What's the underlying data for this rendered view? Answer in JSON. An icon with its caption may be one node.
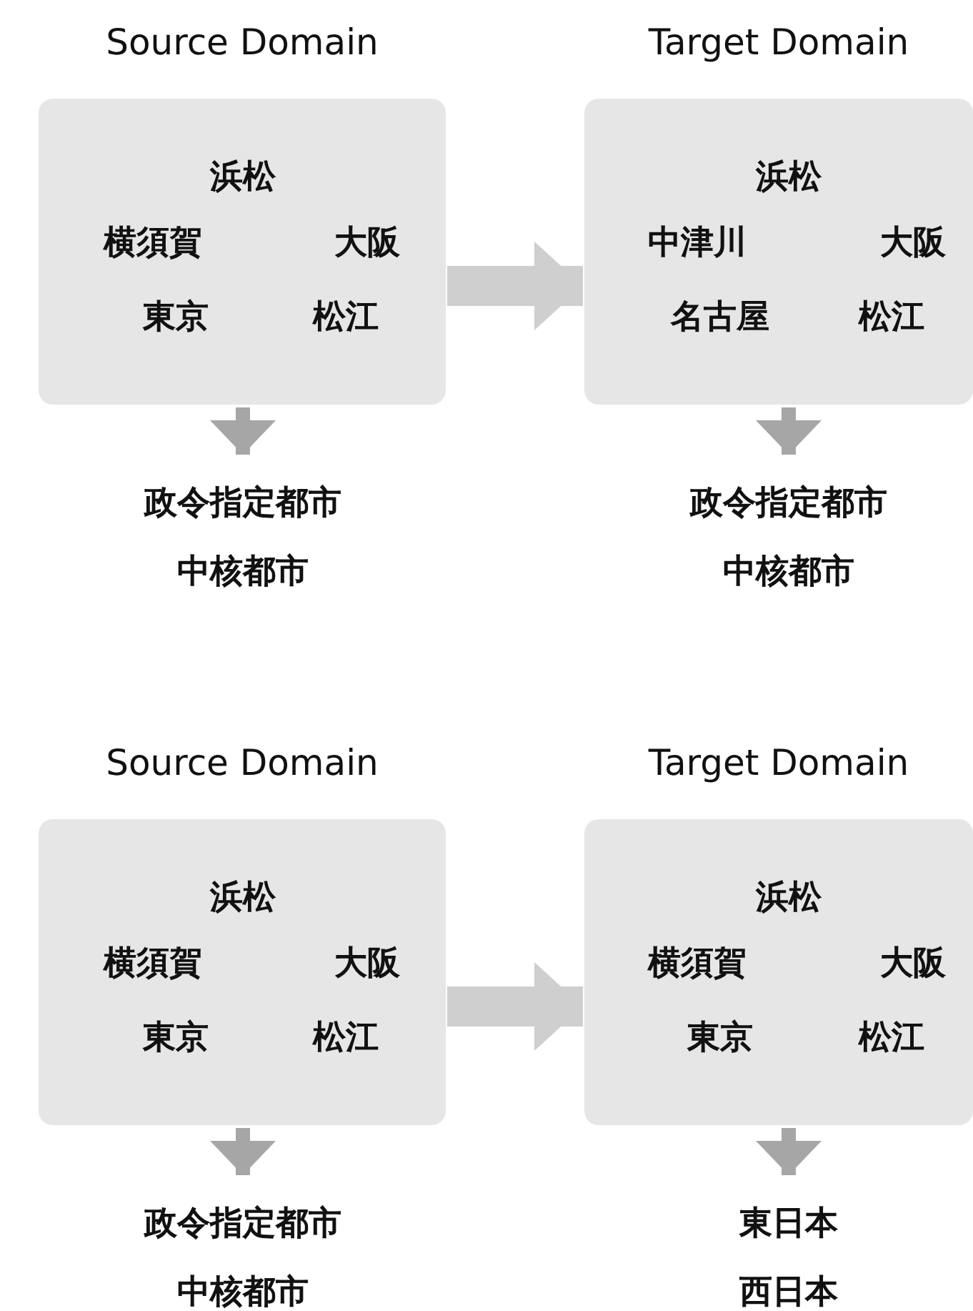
{
  "diagram": {
    "nodes": [
      {
        "text": [
          "Source Domain",
          "浜松",
          "横須賀",
          "大阪",
          "東京",
          "松江"
        ]
      },
      {
        "text": [
          "政令指定都市",
          "中核都市"
        ]
      },
      {
        "text": [
          "Target Domain",
          "浜松",
          "中津川",
          "大阪",
          "名古屋",
          "松江"
        ]
      },
      {
        "text": [
          "政令指定都市",
          "中核都市"
        ]
      },
      {
        "text": [
          "Source Domain",
          "浜松",
          "横須賀",
          "大阪",
          "東京",
          "松江"
        ]
      },
      {
        "text": [
          "政令指定都市",
          "中核都市"
        ]
      },
      {
        "text": [
          "Target Domain",
          "浜松",
          "横須賀",
          "大阪",
          "東京",
          "松江"
        ]
      },
      {
        "text": [
          "東日本",
          "西日本"
        ]
      }
    ],
    "edges": [
      {
        "from": 0,
        "to": 2,
        "arrow": "to",
        "style": "thick"
      },
      {
        "from": 0,
        "to": 1,
        "arrow": "to"
      },
      {
        "from": 2,
        "to": 3,
        "arrow": "to"
      },
      {
        "from": 4,
        "to": 6,
        "arrow": "to",
        "style": "thick"
      },
      {
        "from": 4,
        "to": 5,
        "arrow": "to"
      },
      {
        "from": 6,
        "to": 7,
        "arrow": "to"
      }
    ]
  }
}
